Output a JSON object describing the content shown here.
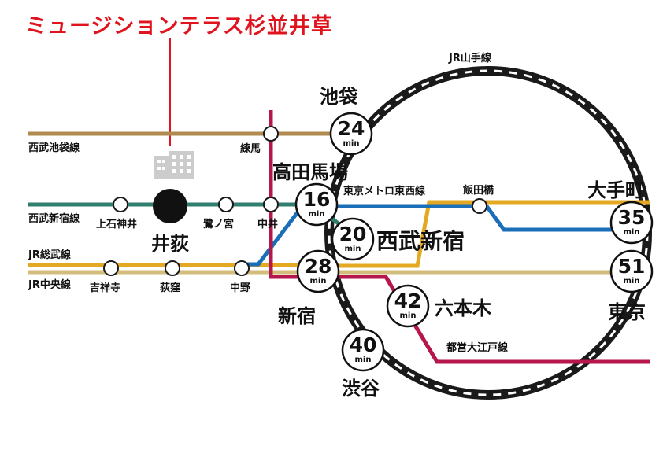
{
  "property_name": "ミュージションテラス杉並井草",
  "lines": {
    "seibu_ikebukuro": "西武池袋線",
    "seibu_shinjuku": "西武新宿線",
    "jr_sobu": "JR総武線",
    "jr_chuo": "JR中央線",
    "jr_yamanote": "JR山手線",
    "tozai": "東京メトロ東西線",
    "oedo": "都営大江戸線"
  },
  "stations": {
    "nerima": "練馬",
    "kamishakujii": "上石神井",
    "iogi": "井荻",
    "saginomiya": "鷺ノ宮",
    "nakai": "中井",
    "kichijoji": "吉祥寺",
    "ogikubo": "荻窪",
    "nakano": "中野",
    "iidabashi": "飯田橋"
  },
  "destinations": [
    {
      "id": "ikebukuro",
      "name": "池袋",
      "minutes": "24"
    },
    {
      "id": "takadanobaba",
      "name": "高田馬場",
      "minutes": "16"
    },
    {
      "id": "seibushinjuku",
      "name": "西武新宿",
      "minutes": "20"
    },
    {
      "id": "shinjuku",
      "name": "新宿",
      "minutes": "28"
    },
    {
      "id": "roppongi",
      "name": "六本木",
      "minutes": "42"
    },
    {
      "id": "shibuya",
      "name": "渋谷",
      "minutes": "40"
    },
    {
      "id": "otemachi",
      "name": "大手町",
      "minutes": "35"
    },
    {
      "id": "tokyo",
      "name": "東京",
      "minutes": "51"
    }
  ],
  "minute_unit": "min",
  "colors": {
    "title_red": "#e0141e",
    "seibu_ikebukuro": "#b08a4e",
    "seibu_shinjuku": "#2f7f6f",
    "jr_sobu": "#e5a823",
    "jr_chuo": "#d3bd7c",
    "tozai": "#1a6fb8",
    "oedo": "#b5164c",
    "yamanote": "#1a1a1a",
    "building": "#cccccc"
  }
}
